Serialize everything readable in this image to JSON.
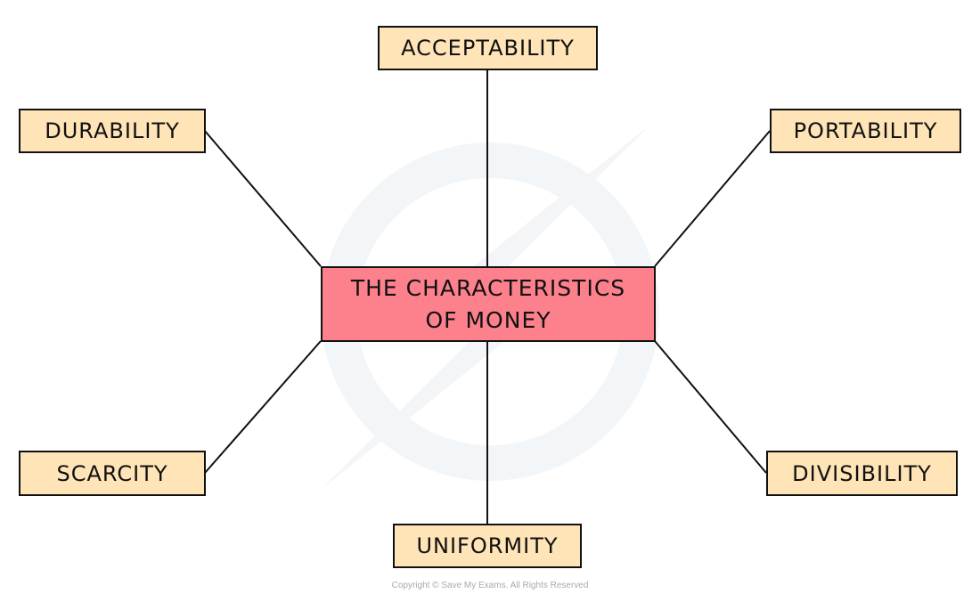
{
  "center": {
    "line1": "THE CHARACTERISTICS",
    "line2": "OF MONEY"
  },
  "nodes": {
    "acceptability": "ACCEPTABILITY",
    "durability": "DURABILITY",
    "portability": "PORTABILITY",
    "scarcity": "SCARCITY",
    "divisibility": "DIVISIBILITY",
    "uniformity": "UNIFORMITY"
  },
  "copyright": "Copyright © Save My Exams. All Rights Reserved",
  "colors": {
    "center_fill": "#fd808d",
    "node_fill": "#fee4b6"
  }
}
